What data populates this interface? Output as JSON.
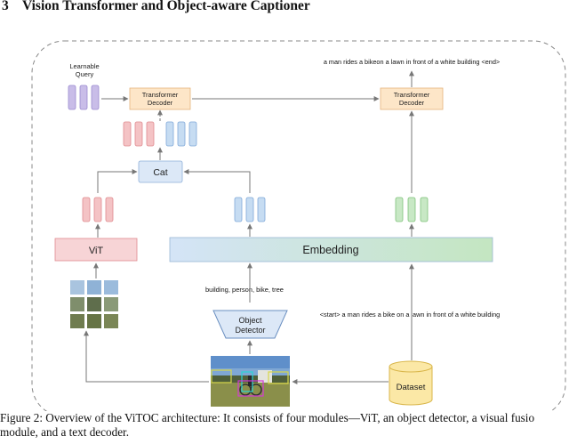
{
  "section": {
    "number": "3",
    "title": "Vision Transformer and Object-aware Captioner"
  },
  "diagram": {
    "learnable_query_line1": "Learnable",
    "learnable_query_line2": "Query",
    "decoder_left_line1": "Transformer",
    "decoder_left_line2": "Decoder",
    "decoder_right_line1": "Transformer",
    "decoder_right_line2": "Decoder",
    "cat": "Cat",
    "vit": "ViT",
    "embedding": "Embedding",
    "detector_line1": "Object",
    "detector_line2": "Detector",
    "dataset": "Dataset",
    "object_labels": "building, person, bike, tree",
    "input_sentence": "<start> a man rides a bike on a lawn in front of a white  building",
    "output_sentence": "a man rides a bikeon a lawn in front of a white building <end>"
  },
  "caption": {
    "line1": "Figure 2: Overview of the ViTOC architecture: It consists of four modules—ViT, an object detector, a visual fusio",
    "line2": "module, and a text decoder."
  },
  "colors": {
    "query": "#c9bde8",
    "vit_token": "#f4c3c5",
    "embed_token": "#c6dcf2",
    "text_token": "#c8e8c5",
    "decoder": "#fde6c8",
    "cat": "#dce8f7"
  }
}
